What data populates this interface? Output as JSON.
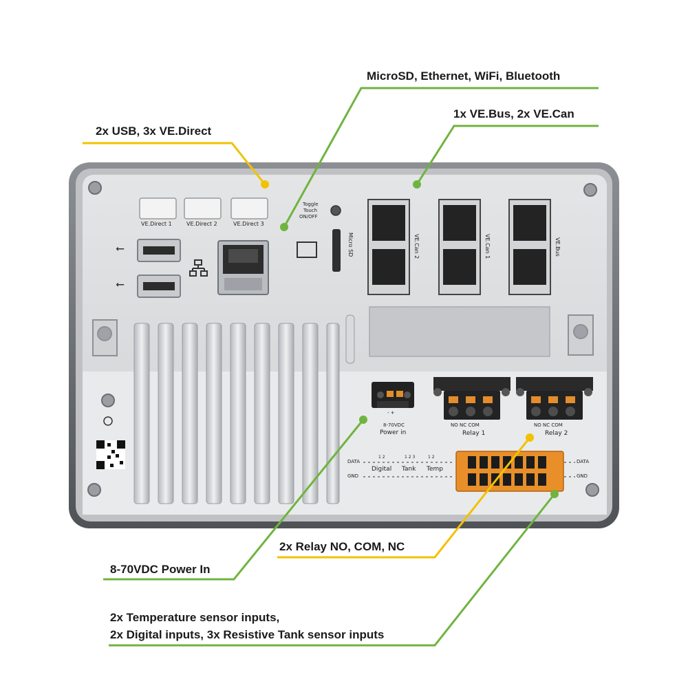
{
  "callouts": {
    "top_right_1": "MicroSD, Ethernet, WiFi, Bluetooth",
    "top_right_2": "1x VE.Bus, 2x VE.Can",
    "top_left": "2x USB, 3x VE.Direct",
    "relay": "2x Relay NO, COM, NC",
    "power": "8-70VDC Power In",
    "sensors_line1": "2x Temperature sensor inputs,",
    "sensors_line2": "2x Digital inputs, 3x Resistive Tank sensor inputs"
  },
  "device_labels": {
    "ve_direct_1": "VE.Direct 1",
    "ve_direct_2": "VE.Direct 2",
    "ve_direct_3": "VE.Direct 3",
    "toggle_1": "Toggle",
    "toggle_2": "Touch",
    "toggle_3": "ON/OFF",
    "micro_sd": "Micro SD",
    "ve_can_2": "VE.Can 2",
    "ve_can_1": "VE.Can 1",
    "ve_bus": "VE.Bus",
    "power_voltage": "8-70VDC",
    "power_in": "Power in",
    "relay1_pins": "NO   NC  COM",
    "relay1": "Relay 1",
    "relay2_pins": "NO   NC  COM",
    "relay2": "Relay 2",
    "data_left": "DATA",
    "gnd_left": "GND",
    "data_right": "DATA",
    "gnd_right": "GND",
    "digital": "Digital",
    "tank": "Tank",
    "temp": "Temp",
    "digital_nums": "1    2",
    "tank_nums": "1    2    3",
    "temp_nums": "1    2",
    "power_pins": "-    +"
  },
  "colors": {
    "yellow": "#f2c200",
    "green": "#6fb43f",
    "panel": "#d9dadc",
    "frame": "#5e6064"
  }
}
